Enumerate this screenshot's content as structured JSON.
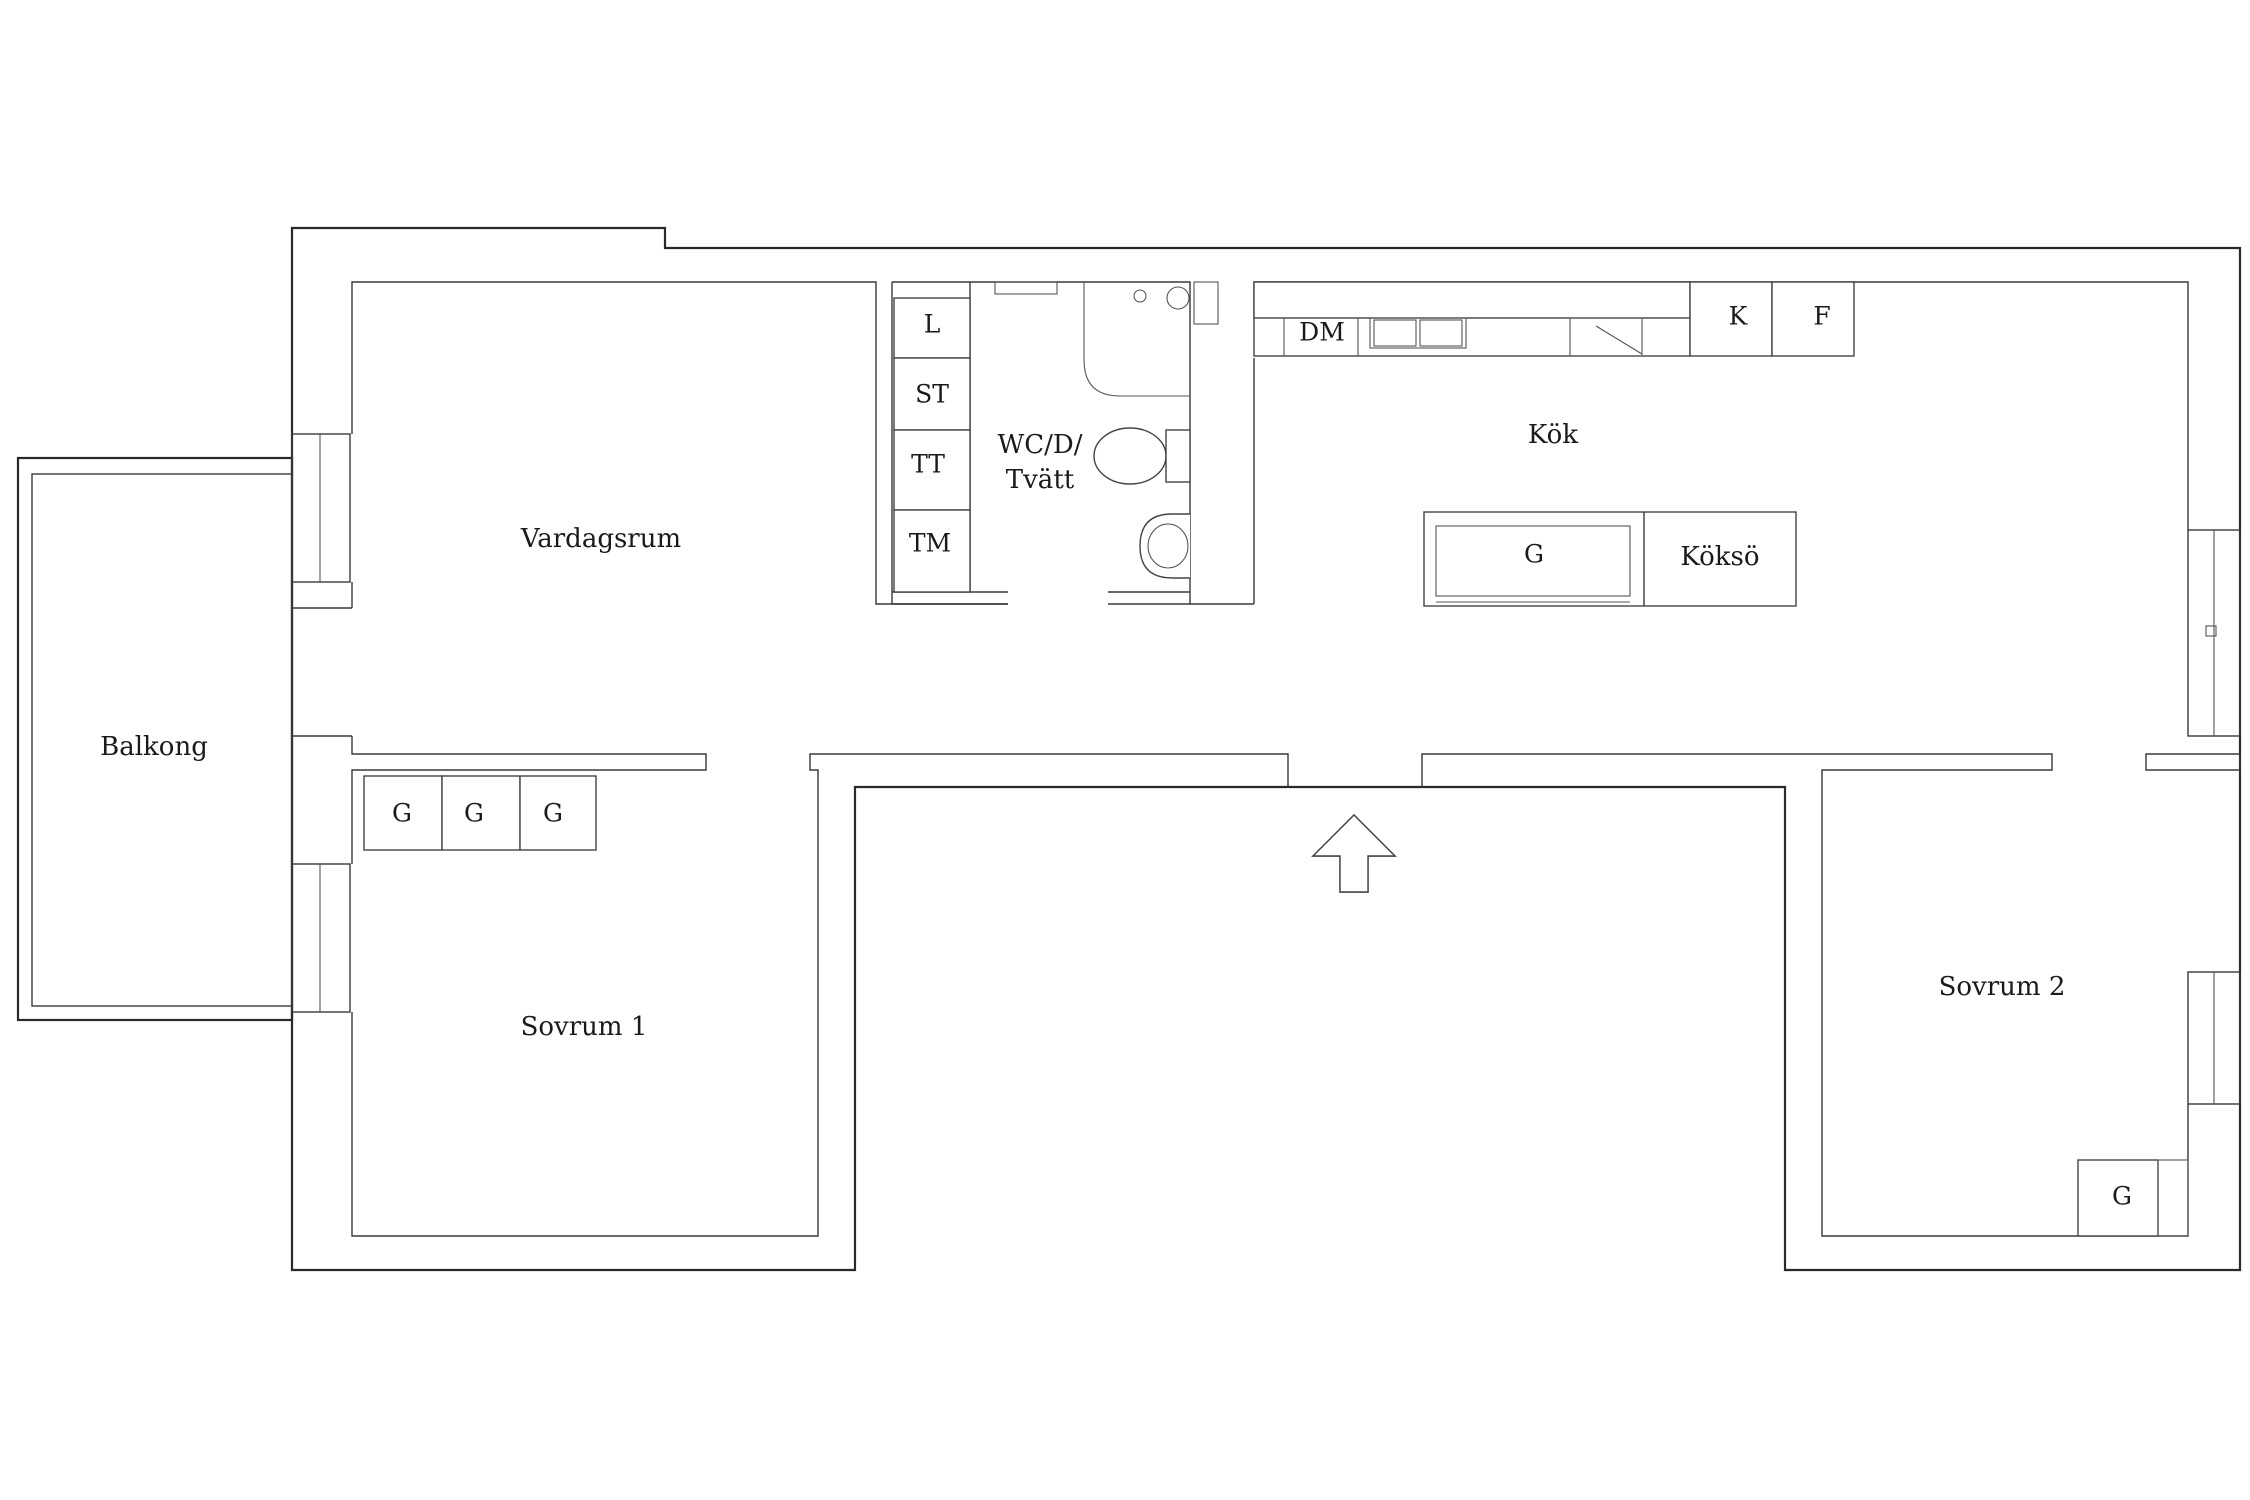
{
  "rooms": {
    "vardagsrum": "Vardagsrum",
    "balkong": "Balkong",
    "sovrum1": "Sovrum 1",
    "sovrum2": "Sovrum 2",
    "kok": "Kök",
    "wc_line1": "WC/D/",
    "wc_line2": "Tvätt"
  },
  "fixtures": {
    "laundry": [
      "L",
      "ST",
      "TT",
      "TM"
    ],
    "dishwasher": "DM",
    "fridge": "K",
    "freezer": "F",
    "island_wardrobe": "G",
    "island": "Köksö",
    "wardrobes_bedroom1": [
      "G",
      "G",
      "G"
    ],
    "wardrobe_bedroom2": "G"
  },
  "colors": {
    "wall": "#2a2a2a",
    "background": "#ffffff"
  },
  "icons": {
    "entrance": "up-arrow-icon"
  }
}
